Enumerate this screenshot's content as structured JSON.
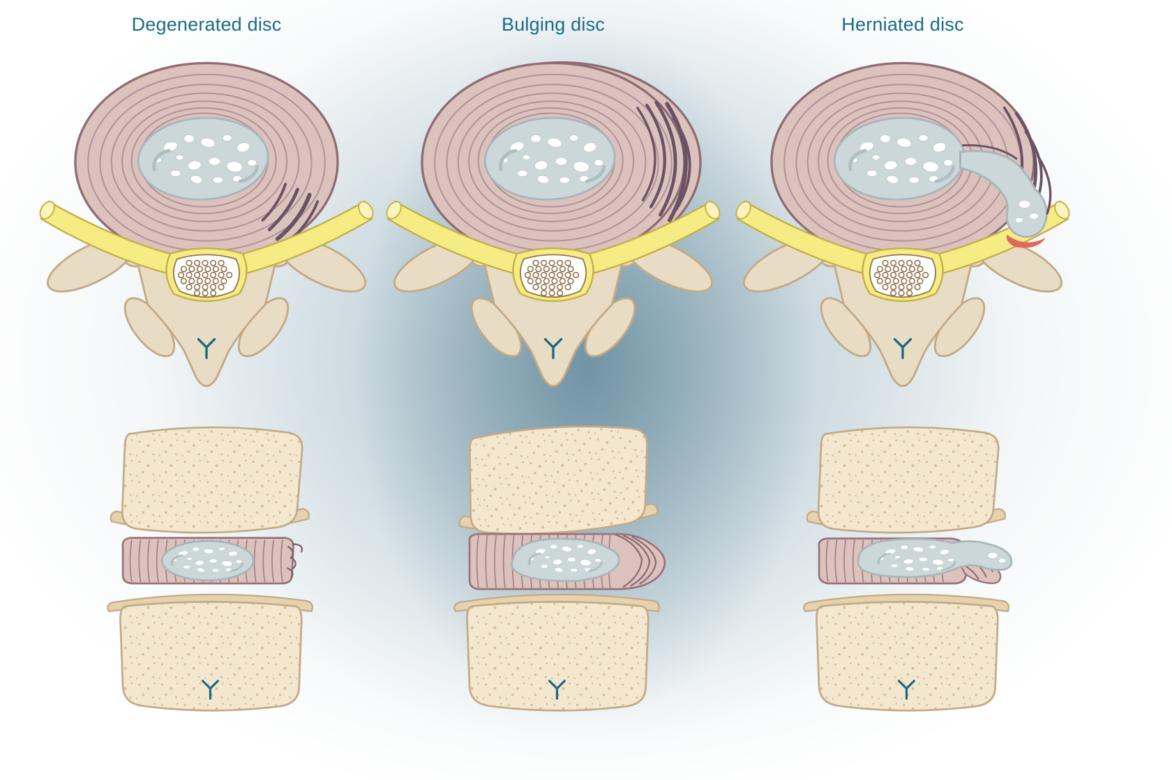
{
  "page": {
    "description": "Spinal disc pathology comparison illustration",
    "background_glow_color": "#49788f"
  },
  "panels": [
    {
      "id": "degenerated",
      "label": "Degenerated disc"
    },
    {
      "id": "bulging",
      "label": "Bulging disc"
    },
    {
      "id": "herniated",
      "label": "Herniated disc"
    }
  ],
  "colors": {
    "label_text": "#1a6b86",
    "bone_fill": "#e9dcc4",
    "bone_speckled_fill": "#f4e7d0",
    "bone_speckle_dot": "#d9bf96",
    "bone_outline": "#c3aa87",
    "annulus_fill": "#dcc2bc",
    "annulus_ring": "#b3939b",
    "annulus_outline": "#8f6d74",
    "fissure_dark": "#6b5264",
    "nucleus_fill": "#ccd7d9",
    "nucleus_outline": "#a8b6ba",
    "nerve_yellow": "#f6ec84",
    "nerve_outline": "#c4b04a",
    "cauda_dot_outline": "#8a6b47",
    "nerve_irritation_red": "#e0685c",
    "spinous_marker_teal": "#1b6a83"
  }
}
